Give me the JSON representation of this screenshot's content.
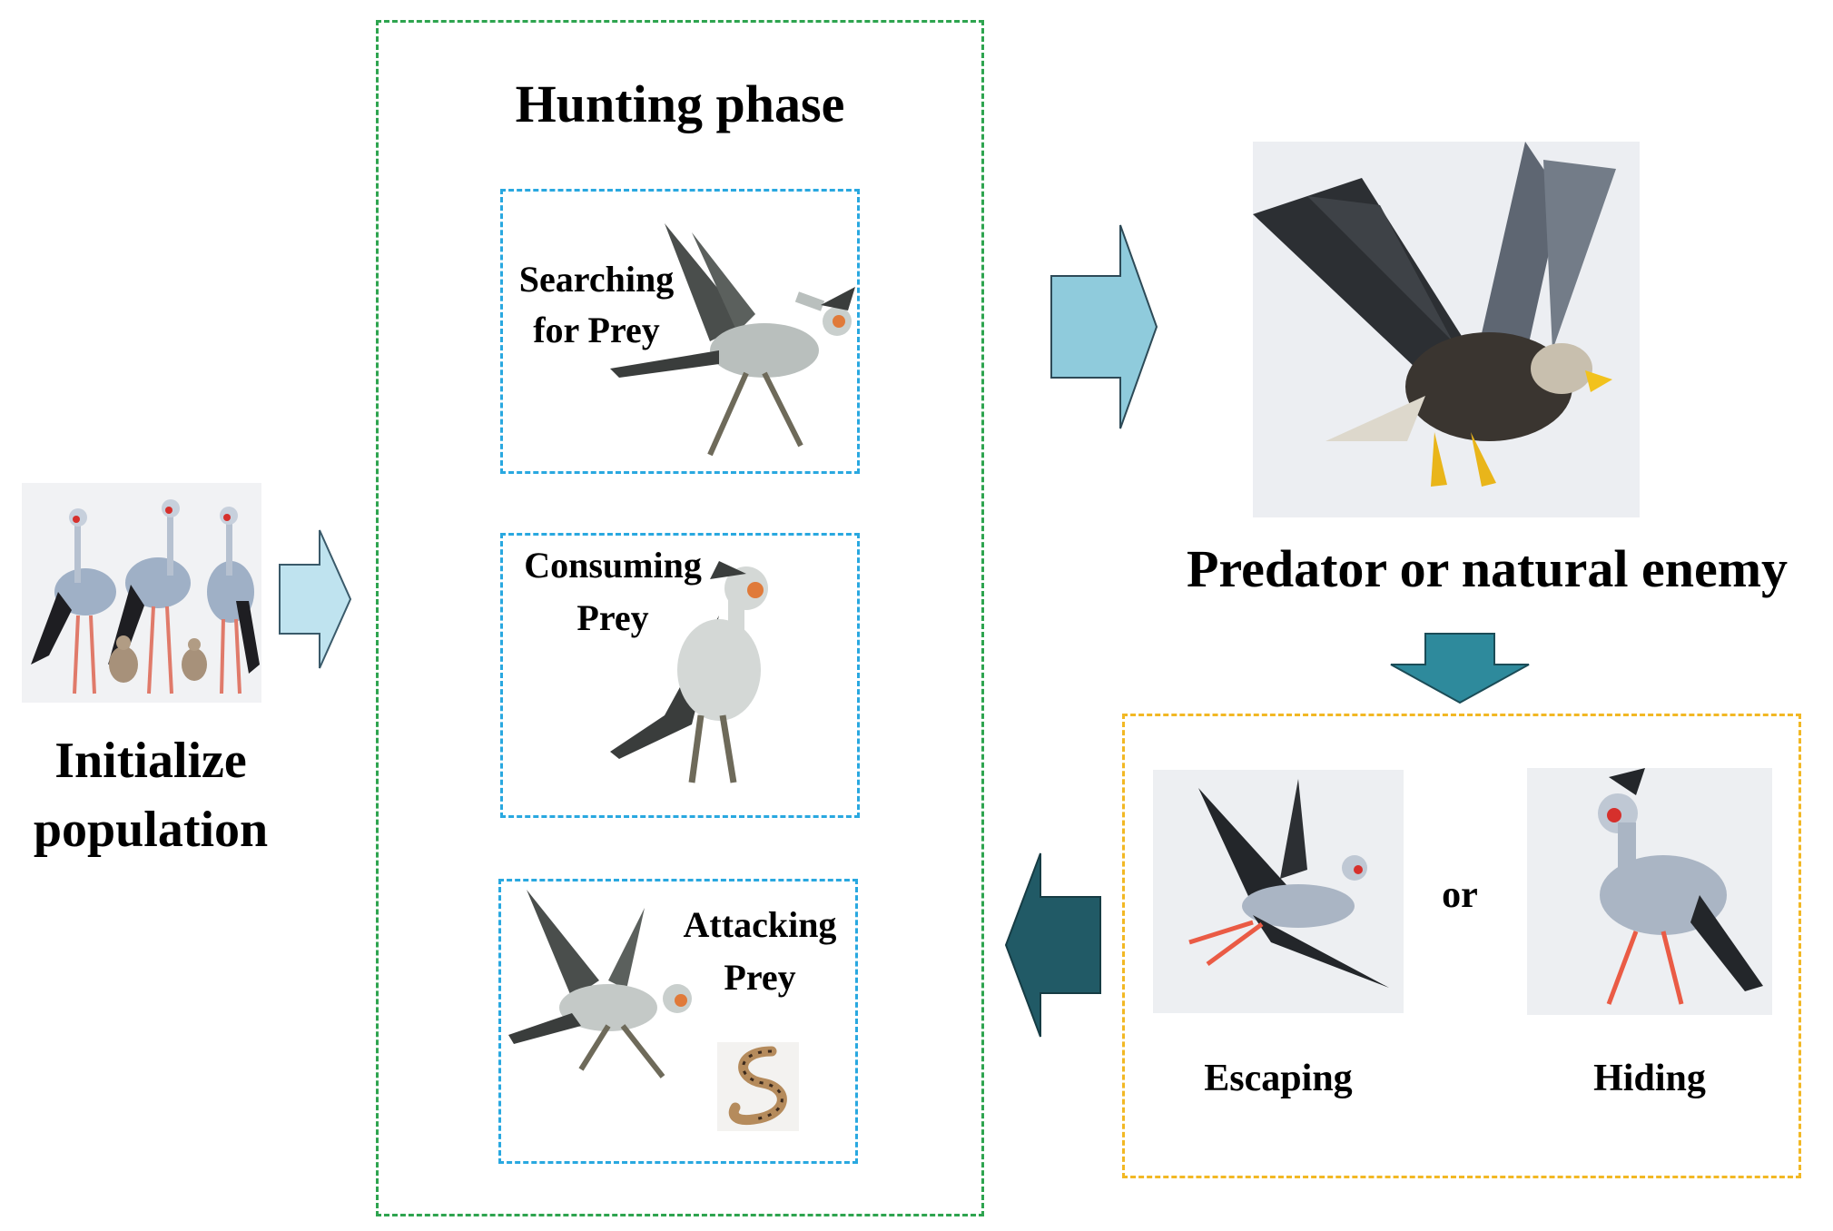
{
  "initialize": {
    "line1": "Initialize",
    "line2": "population"
  },
  "hunting": {
    "title": "Hunting phase",
    "searching": {
      "line1": "Searching",
      "line2": "for Prey"
    },
    "consuming": {
      "line1": "Consuming",
      "line2": "Prey"
    },
    "attacking": {
      "line1": "Attacking",
      "line2": "Prey"
    }
  },
  "predator": {
    "label": "Predator or natural enemy"
  },
  "response": {
    "escaping": "Escaping",
    "or": "or",
    "hiding": "Hiding"
  },
  "colors": {
    "hunting_border": "#2ea44f",
    "stage_border": "#29a8e0",
    "response_border": "#f2b824",
    "arrow_light": "#bfe3ef",
    "arrow_mid": "#8fcbdc",
    "arrow_teal": "#2e8a9c",
    "arrow_dark": "#215a66"
  },
  "icons": {
    "population": "secretary-bird-family-photo",
    "searching": "secretary-bird-running-icon",
    "consuming": "secretary-bird-standing-icon",
    "attacking": "secretary-bird-attacking-icon",
    "snake": "snake-icon",
    "predator": "eagle-photo",
    "escaping": "secretary-bird-flying-photo",
    "hiding": "secretary-bird-walking-photo"
  }
}
